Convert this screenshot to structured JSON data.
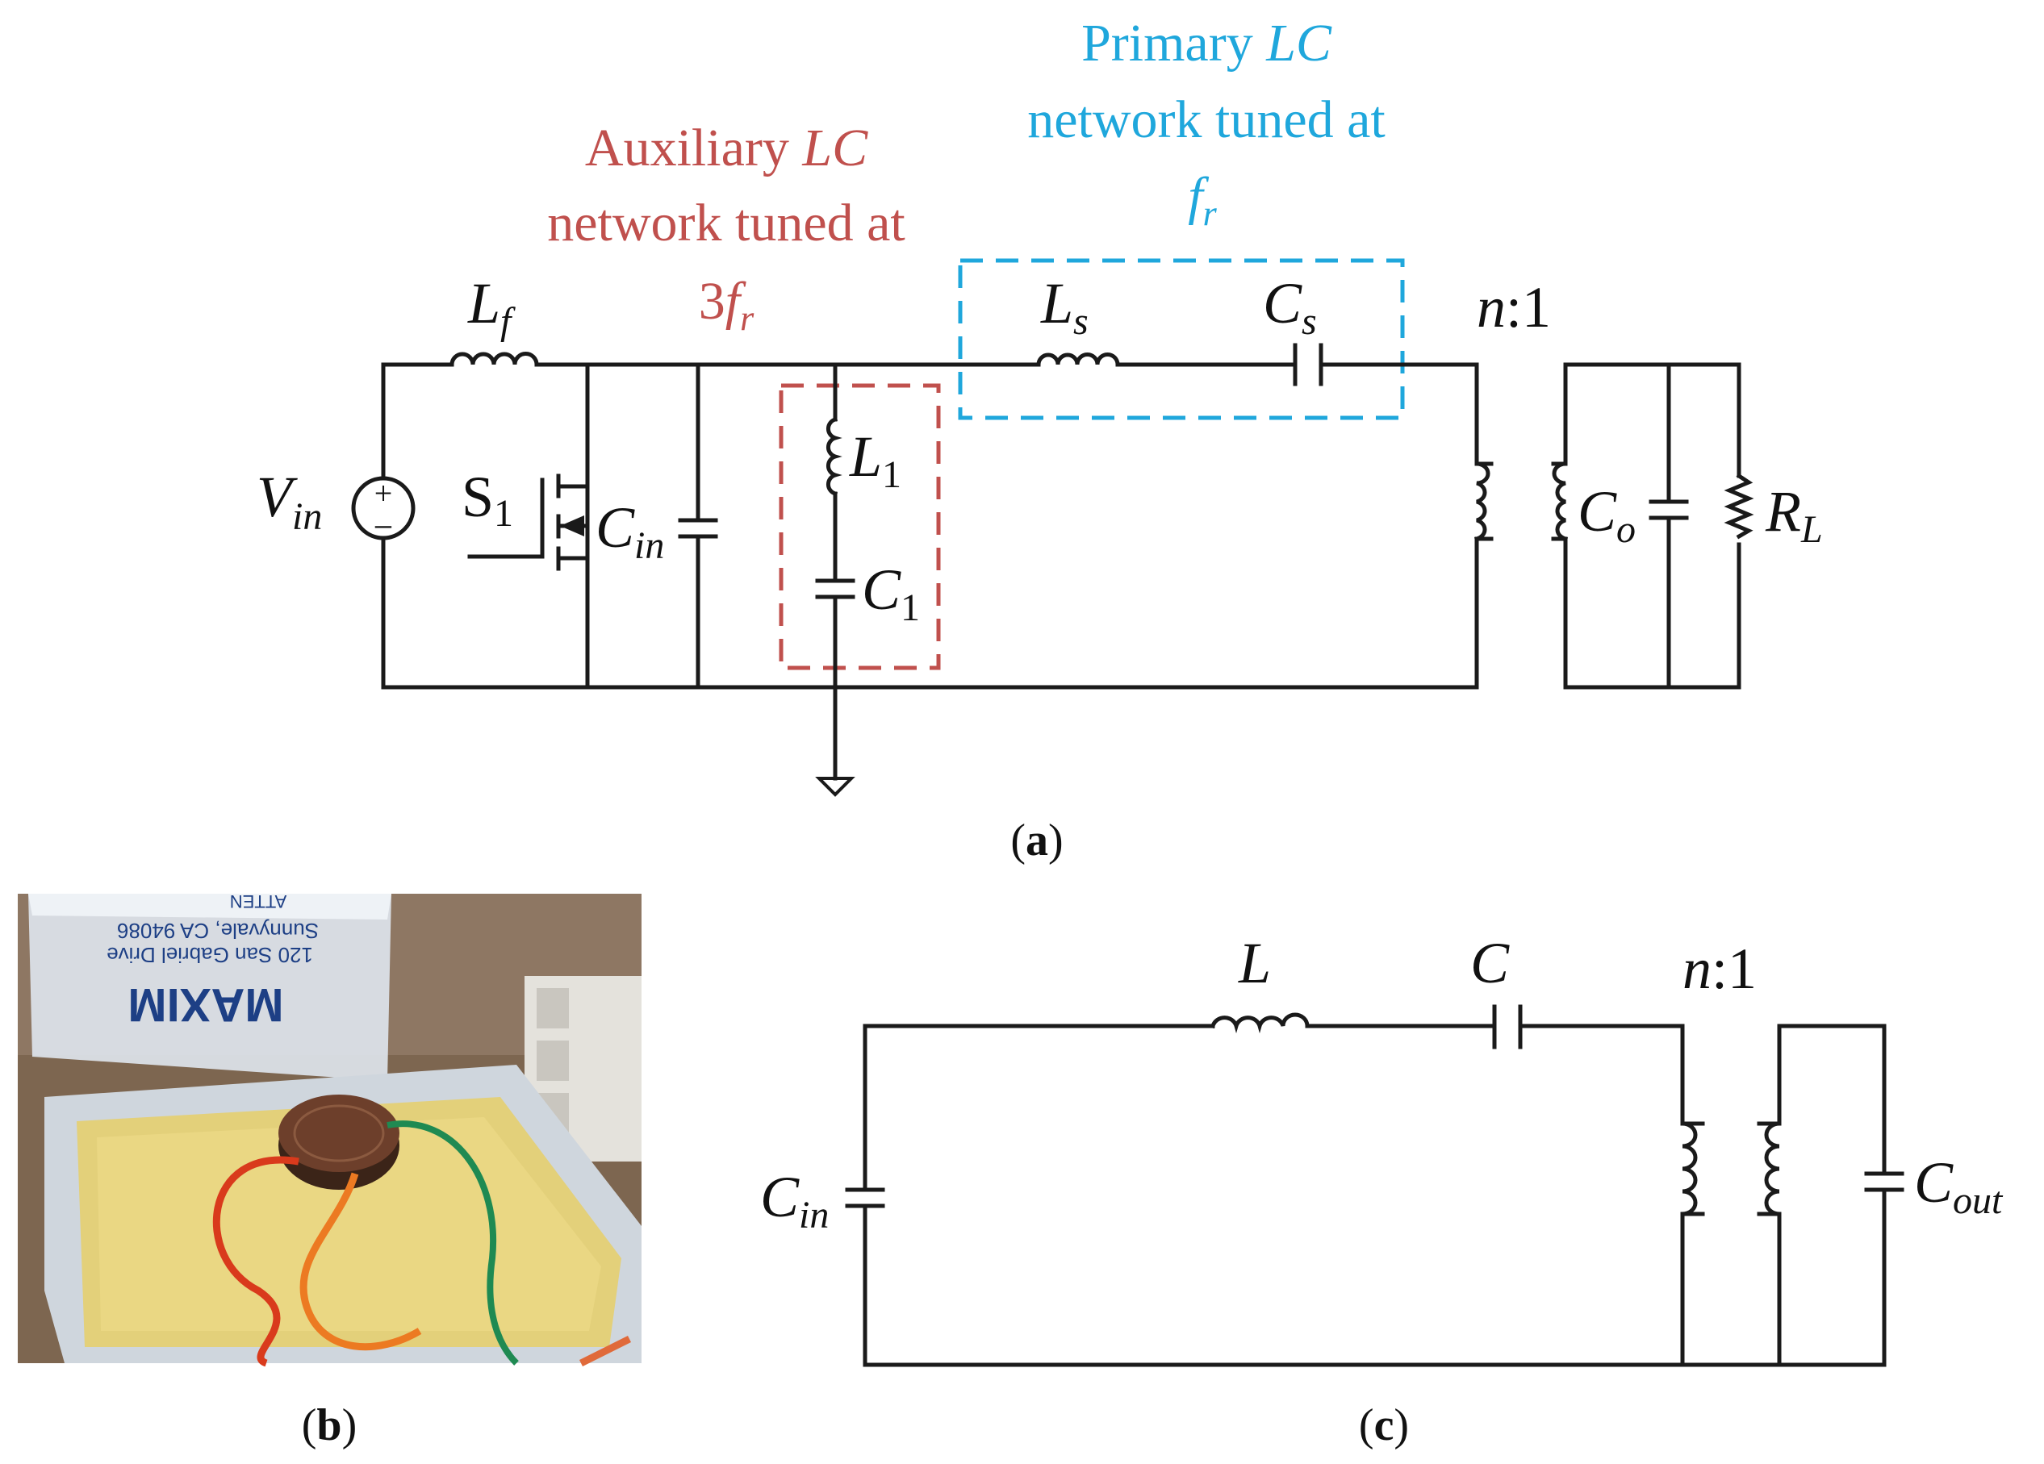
{
  "figure_a": {
    "aux_label": {
      "line1_prefix": "Auxiliary ",
      "line1_italic": "LC",
      "line2": "network tuned at",
      "line3": "3",
      "line3_italic": "f",
      "line3_sub": "r"
    },
    "primary_label": {
      "line1_prefix": "Primary ",
      "line1_italic": "LC",
      "line2": "network tuned at",
      "line3_italic": "f",
      "line3_sub": "r"
    },
    "components": {
      "lf": {
        "main": "L",
        "sub": "f"
      },
      "ls": {
        "main": "L",
        "sub": "s"
      },
      "cs": {
        "main": "C",
        "sub": "s"
      },
      "turns_ratio": {
        "n": "n",
        "rest": ":1"
      },
      "vin": {
        "main": "V",
        "sub": "in"
      },
      "s1": {
        "main": "S",
        "sub": "1"
      },
      "cin": {
        "main": "C",
        "sub": "in"
      },
      "l1": {
        "main": "L",
        "sub": "1"
      },
      "c1": {
        "main": "C",
        "sub": "1"
      },
      "co": {
        "main": "C",
        "sub": "o"
      },
      "rl": {
        "main": "R",
        "sub": "L"
      }
    },
    "colors": {
      "aux": "#c0504d",
      "primary": "#1fa7dc",
      "wire": "#1a1a1a"
    },
    "caption": "a"
  },
  "figure_b": {
    "caption": "b",
    "photo_text": {
      "brand": "MAXIM",
      "addr1": "120 San Gabriel Drive",
      "addr2": "Sunnyvale, CA 94086",
      "partial": "ATTEN"
    }
  },
  "figure_c": {
    "components": {
      "l": {
        "main": "L"
      },
      "c": {
        "main": "C"
      },
      "turns_ratio": {
        "n": "n",
        "rest": ":1"
      },
      "cin": {
        "main": "C",
        "sub": "in"
      },
      "cout": {
        "main": "C",
        "sub": "out"
      }
    },
    "caption": "c"
  }
}
